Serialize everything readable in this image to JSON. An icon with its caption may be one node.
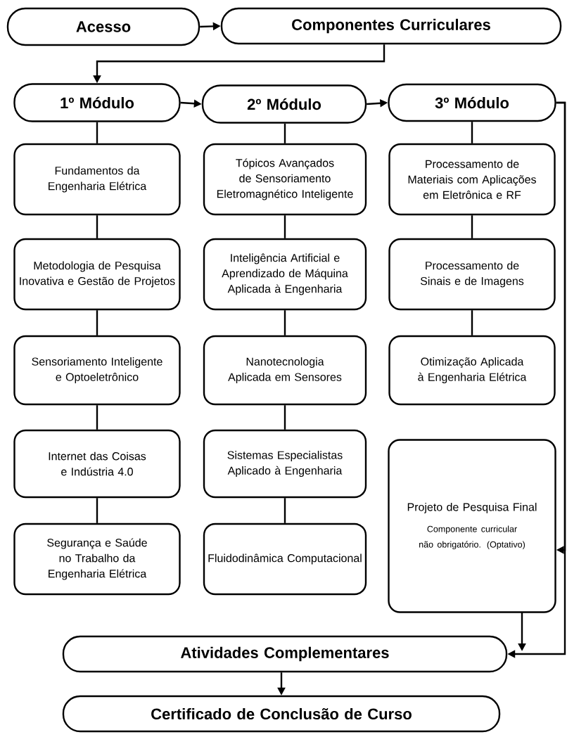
{
  "diagram": {
    "nodes": [
      {
        "text": [
          "Acesso"
        ]
      },
      {
        "text": [
          "Componentes Curriculares"
        ]
      },
      {
        "text": [
          "1º Módulo"
        ]
      },
      {
        "text": [
          "2º Módulo"
        ]
      },
      {
        "text": [
          "3º Módulo"
        ]
      },
      {
        "text": [
          "Fundamentos da Engenharia Elétrica"
        ]
      },
      {
        "text": [
          "Metodologia de Pesquisa Inovativa e Gestão de Projetos"
        ]
      },
      {
        "text": [
          "Sensoriamento Inteligente e Optoeletrônico"
        ]
      },
      {
        "text": [
          "Internet das Coisas e Indústria 4.0"
        ]
      },
      {
        "text": [
          "Segurança e Saúde no Trabalho da Engenharia Elétrica"
        ]
      },
      {
        "text": [
          "Tópicos Avançados de Sensoriamento Eletromagnético Inteligente"
        ]
      },
      {
        "text": [
          "Inteligência Artificial e Aprendizado de Máquina Aplicada à Engenharia"
        ]
      },
      {
        "text": [
          "Nanotecnologia Aplicada em Sensores"
        ]
      },
      {
        "text": [
          "Sistemas Especialistas Aplicado à Engenharia"
        ]
      },
      {
        "text": [
          "Fluidodinâmica Computacional"
        ]
      },
      {
        "text": [
          "Processamento de Materiais com Aplicações em Eletrônica e RF"
        ]
      },
      {
        "text": [
          "Processamento de Sinais e de Imagens"
        ]
      },
      {
        "text": [
          "Otimização Aplicada à Engenharia Elétrica"
        ]
      },
      {
        "text": [
          "Projeto de Pesquisa Final",
          "Componente curricular não obrigatório. (Optativo)"
        ]
      },
      {
        "text": [
          "Atividades Complementares"
        ]
      },
      {
        "text": [
          "Certificado de Conclusão de Curso"
        ]
      }
    ],
    "edges": [
      {
        "from": 0,
        "to": 1,
        "arrow": "to"
      },
      {
        "from": 1,
        "to": 2,
        "arrow": "to"
      },
      {
        "from": 2,
        "to": 3,
        "arrow": "to"
      },
      {
        "from": 3,
        "to": 4,
        "arrow": "to"
      },
      {
        "from": 2,
        "to": 5,
        "arrow": "none"
      },
      {
        "from": 5,
        "to": 6,
        "arrow": "none"
      },
      {
        "from": 6,
        "to": 7,
        "arrow": "none"
      },
      {
        "from": 7,
        "to": 8,
        "arrow": "none"
      },
      {
        "from": 8,
        "to": 9,
        "arrow": "none"
      },
      {
        "from": 3,
        "to": 10,
        "arrow": "none"
      },
      {
        "from": 10,
        "to": 11,
        "arrow": "none"
      },
      {
        "from": 11,
        "to": 12,
        "arrow": "none"
      },
      {
        "from": 12,
        "to": 13,
        "arrow": "none"
      },
      {
        "from": 13,
        "to": 14,
        "arrow": "none"
      },
      {
        "from": 4,
        "to": 15,
        "arrow": "none"
      },
      {
        "from": 15,
        "to": 16,
        "arrow": "none"
      },
      {
        "from": 16,
        "to": 17,
        "arrow": "none"
      },
      {
        "from": 4,
        "to": 18,
        "arrow": "to"
      },
      {
        "from": 4,
        "to": 19,
        "arrow": "to"
      },
      {
        "from": 18,
        "to": 19,
        "arrow": "to"
      },
      {
        "from": 19,
        "to": 20,
        "arrow": "to"
      }
    ]
  }
}
